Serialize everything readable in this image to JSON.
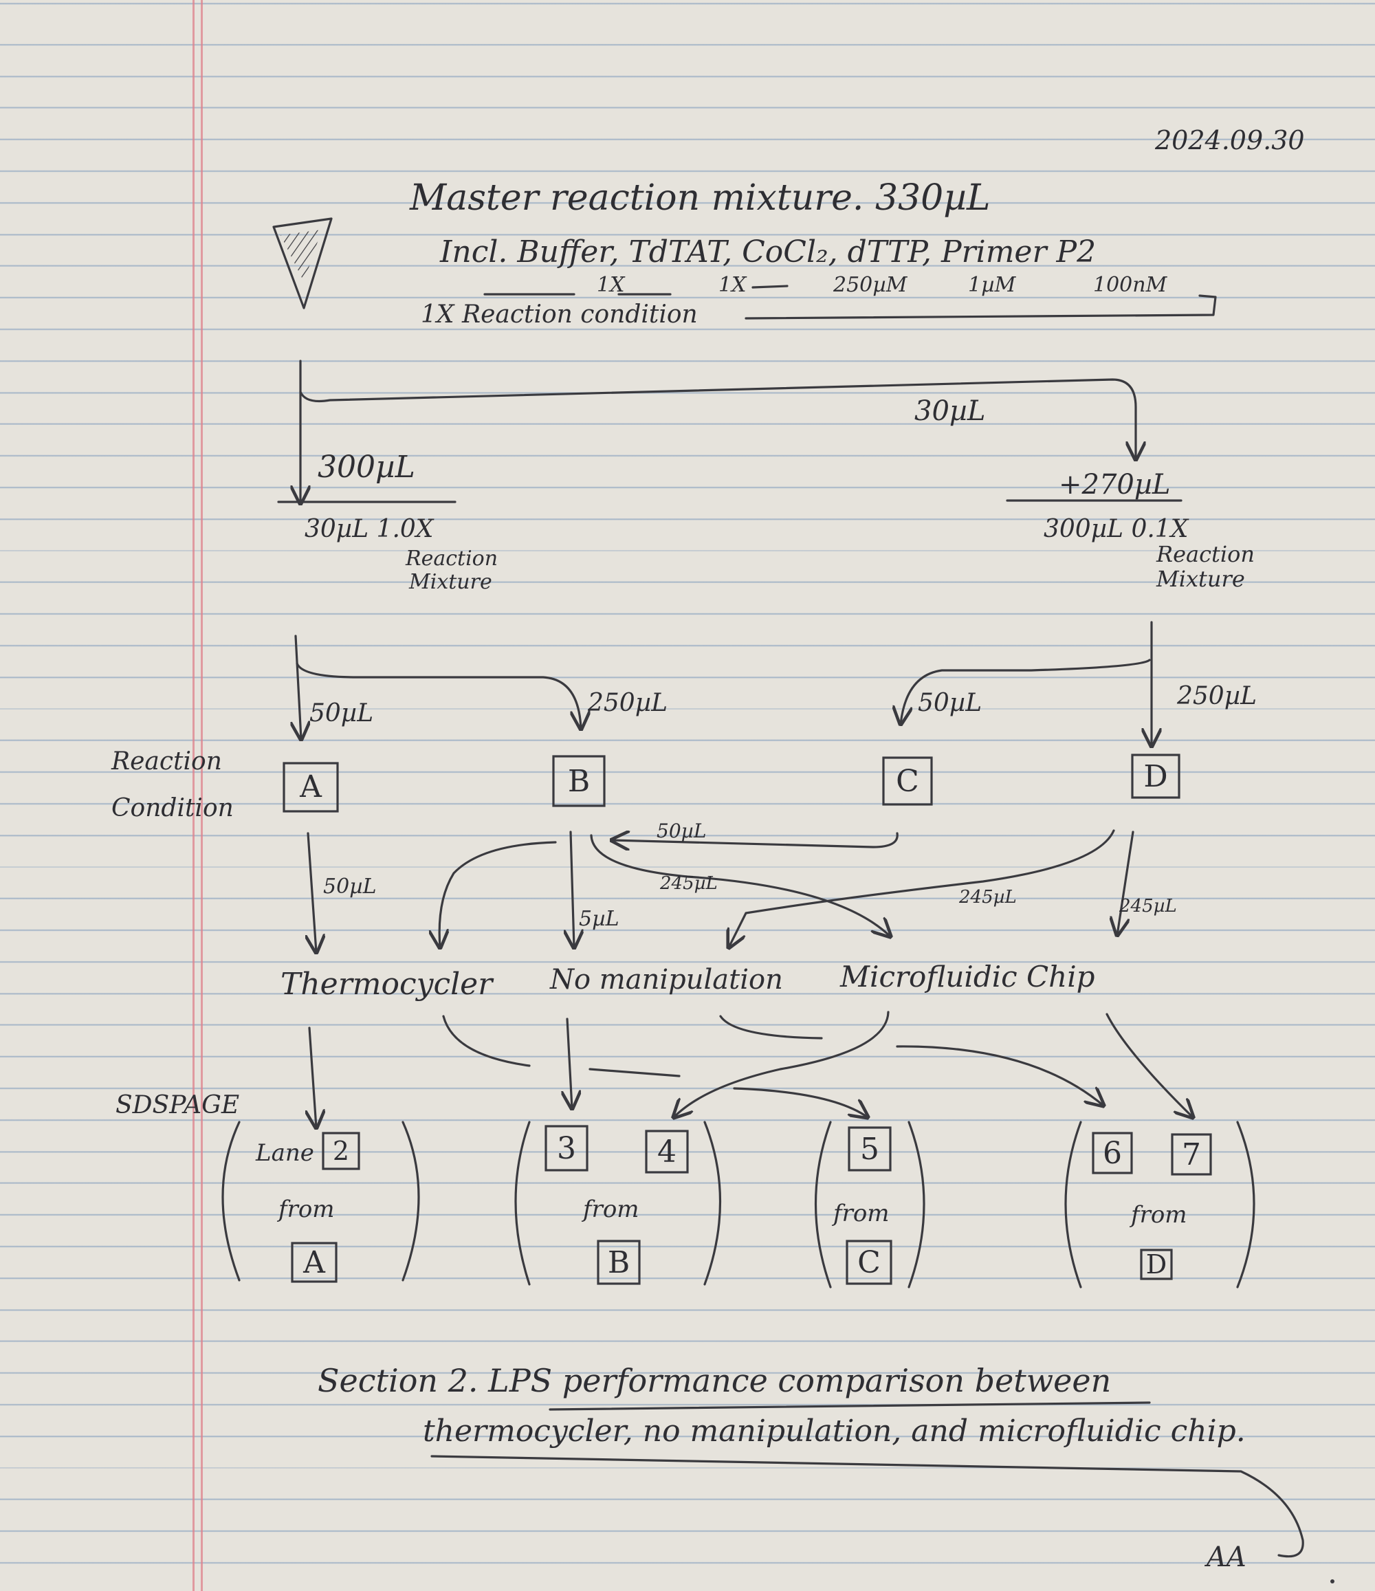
{
  "date": "2024.09.30",
  "header": {
    "title": "Master reaction mixture. 330µL",
    "components_line": "Incl. Buffer, TdTAT, CoCl₂, dTTP, Primer P2",
    "concentrations": [
      "1X",
      "1X",
      "250µM",
      "1µM",
      "100nM"
    ],
    "condition_label": "1X Reaction condition"
  },
  "split1": {
    "left_volume": "300µL",
    "right_volume": "30µL",
    "right_added": "+270µL",
    "left_result": "30µL 1.0X",
    "left_result_desc": [
      "Reaction",
      "Mixture"
    ],
    "right_result": "300µL 0.1X",
    "right_result_desc": [
      "Reaction",
      "Mixture"
    ]
  },
  "split2": {
    "to_A": "50µL",
    "to_B": "250µL",
    "to_C": "50µL",
    "to_D": "250µL"
  },
  "row_labels": {
    "reaction_condition": [
      "Reaction",
      "Condition"
    ],
    "sdspage": "SDSPAGE"
  },
  "conditions": [
    "A",
    "B",
    "C",
    "D"
  ],
  "transfers": {
    "A_to_thermo": "50µL",
    "B_to_nomanip": "5µL",
    "C_to_B": "50µL",
    "B_to_chip": "245µL",
    "D_to_nomanip": "245µL",
    "D_to_chip": "245µL"
  },
  "methods": [
    "Thermocycler",
    "No manipulation",
    "Microfluidic Chip"
  ],
  "lanes": [
    {
      "lane_word": "Lane",
      "numbers": [
        "2"
      ],
      "from_word": "from",
      "source": "A"
    },
    {
      "numbers": [
        "3",
        "4"
      ],
      "from_word": "from",
      "source": "B"
    },
    {
      "numbers": [
        "5"
      ],
      "from_word": "from",
      "source": "C"
    },
    {
      "numbers": [
        "6",
        "7"
      ],
      "from_word": "from",
      "source": "D"
    }
  ],
  "section_note": {
    "line1": "Section 2.  LPS performance comparison between",
    "line2": "thermocycler, no manipulation, and microfluidic chip."
  },
  "signature": "AA"
}
